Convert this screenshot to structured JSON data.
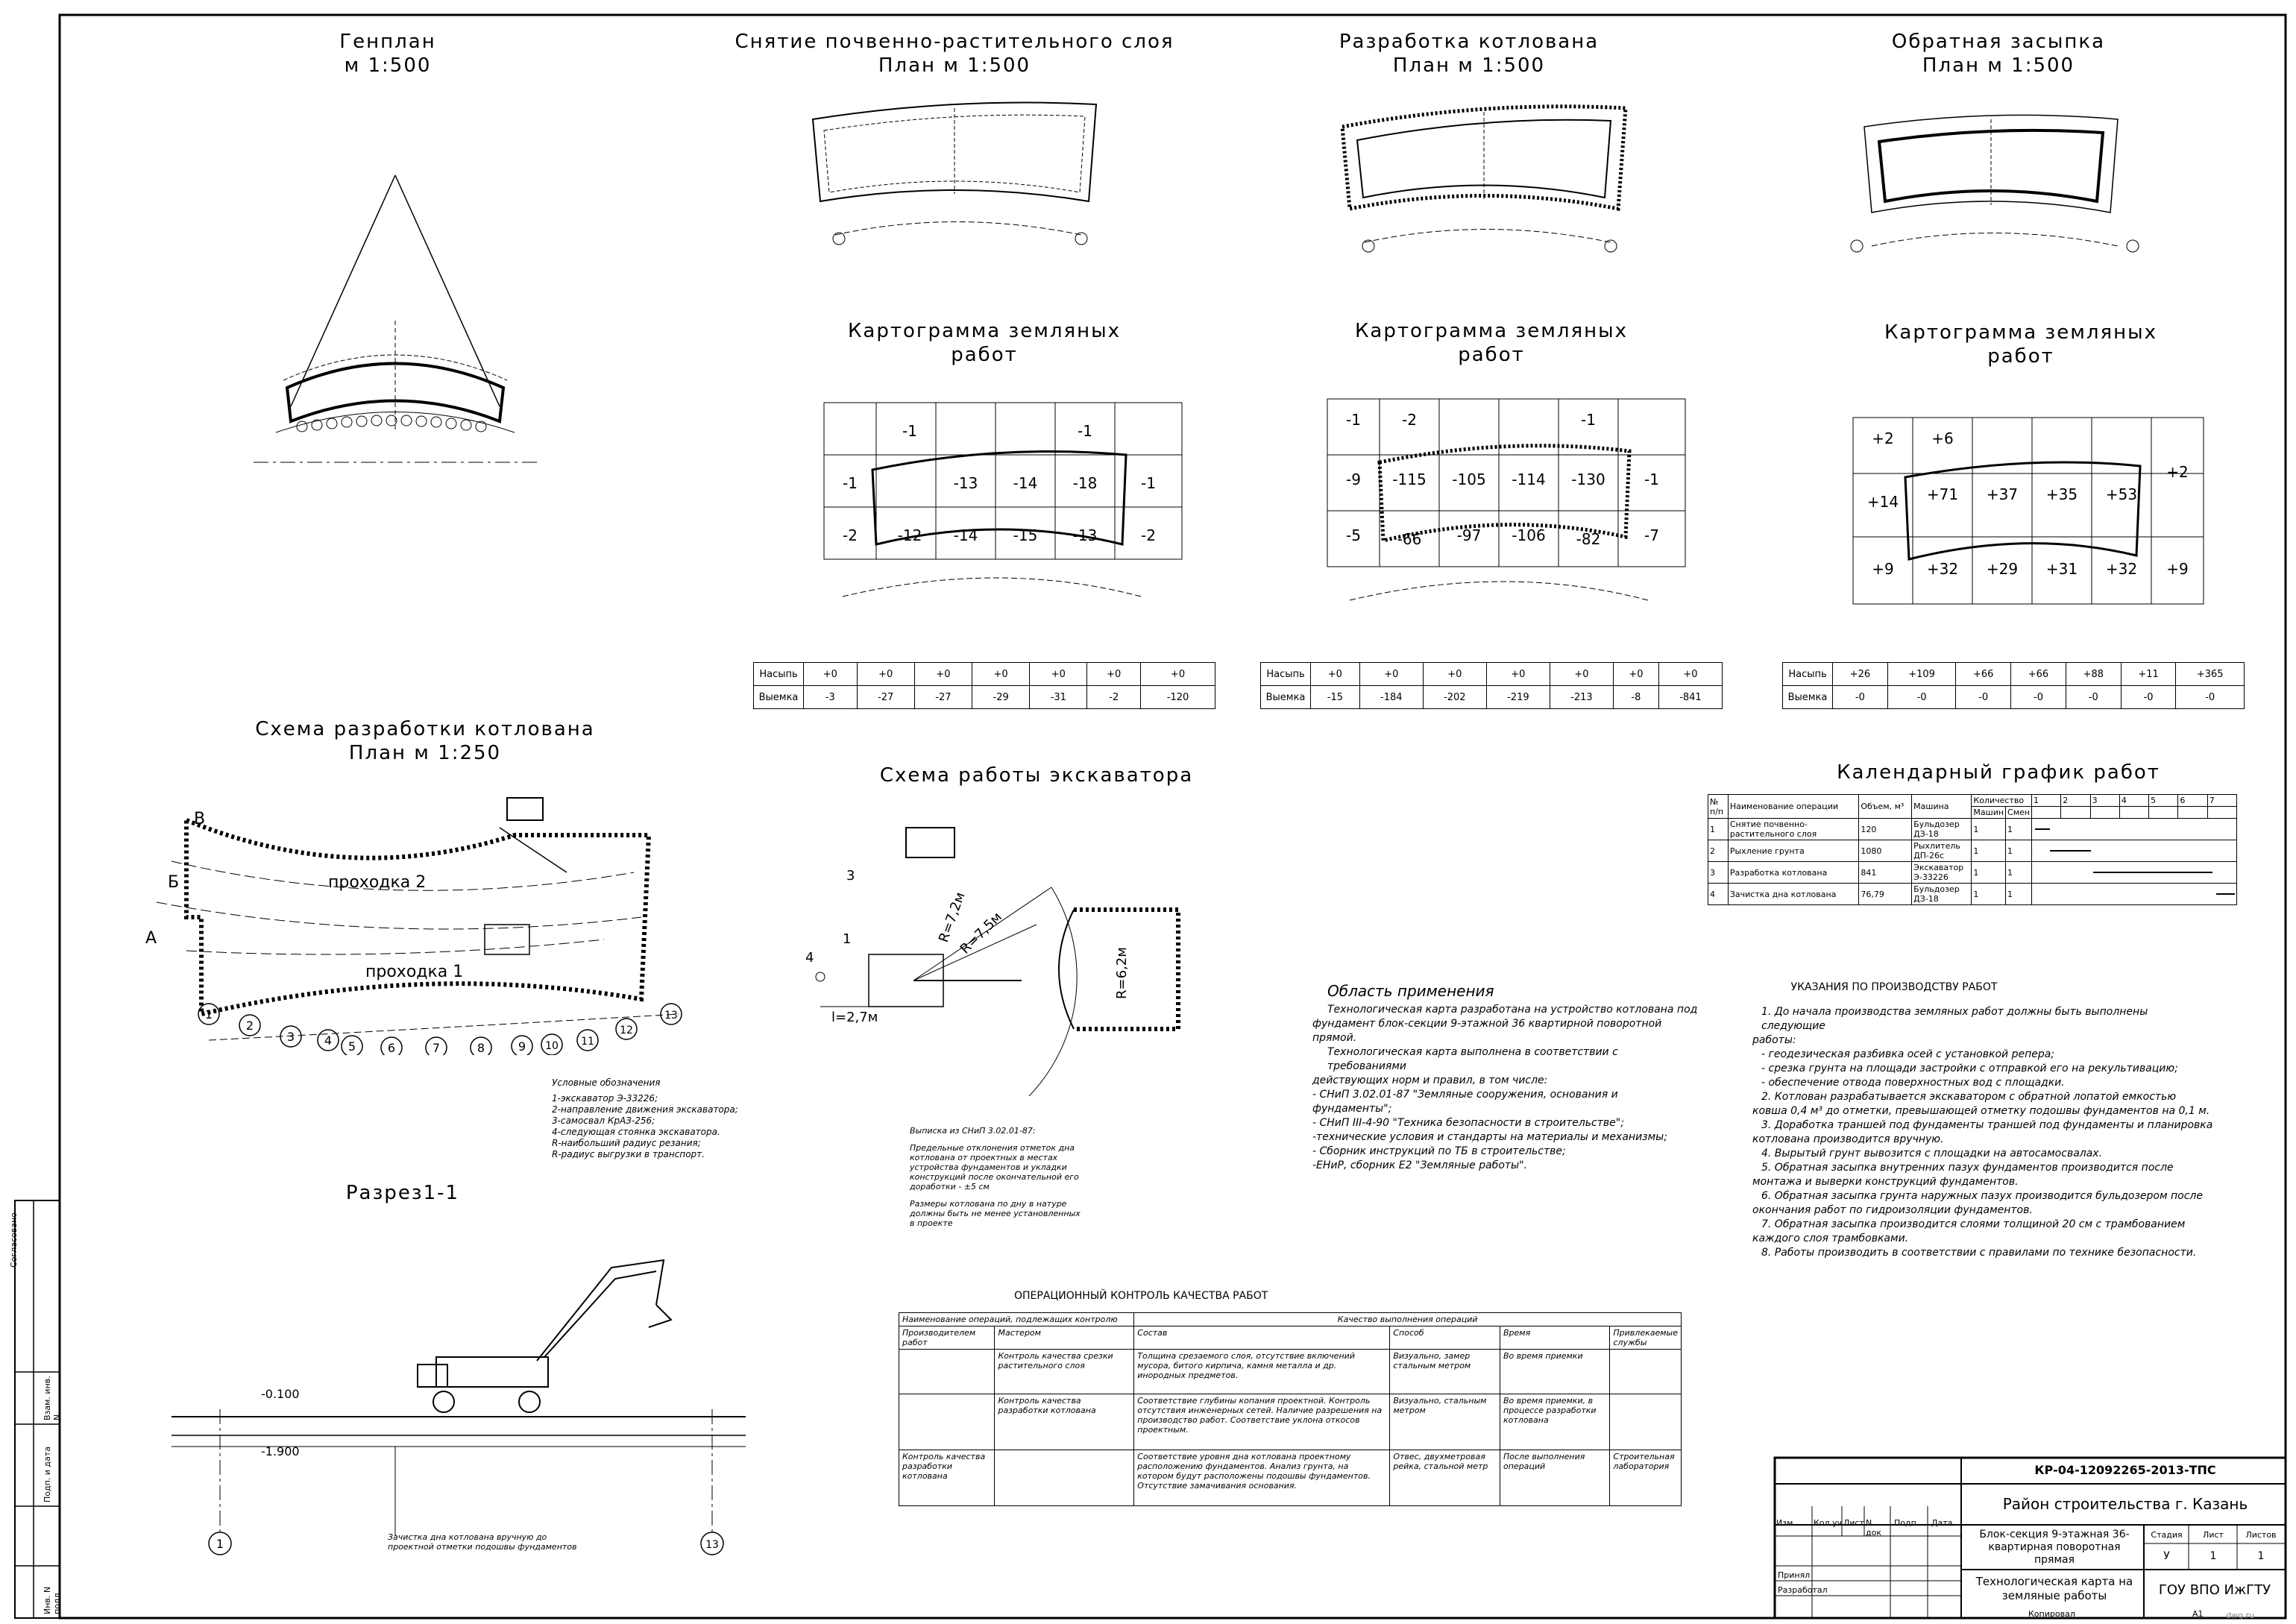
{
  "titles": {
    "genplan": "Генплан",
    "genplan_scale": "м 1:500",
    "topsoil": "Снятие почвенно-растительного слоя",
    "topsoil_scale": "План м 1:500",
    "pit": "Разработка котлована",
    "pit_scale": "План м 1:500",
    "backfill": "Обратная засыпка",
    "backfill_scale": "План м 1:500",
    "kart1": "Картограмма земляных работ",
    "kart2": "Картограмма земляных работ",
    "kart3": "Картограмма земляных работ",
    "scheme": "Схема разработки котлована",
    "scheme_scale": "План м 1:250",
    "excavator": "Схема работы экскаватора",
    "section": "Разрез1-1",
    "calendar": "Календарный график работ",
    "scope": "Область применения",
    "instructions": "УКАЗАНИЯ ПО ПРОИЗВОДСТВУ РАБОТ",
    "qc": "ОПЕРАЦИОННЫЙ КОНТРОЛЬ КАЧЕСТВА РАБОТ"
  },
  "volumes": {
    "t1": {
      "fill_label": "Насыпь",
      "cut_label": "Выемка",
      "fill": [
        "+0",
        "+0",
        "+0",
        "+0",
        "+0",
        "+0",
        "+0"
      ],
      "cut": [
        "-3",
        "-27",
        "-27",
        "-29",
        "-31",
        "-2",
        "-120"
      ]
    },
    "t2": {
      "fill_label": "Насыпь",
      "cut_label": "Выемка",
      "fill": [
        "+0",
        "+0",
        "+0",
        "+0",
        "+0",
        "+0",
        "+0"
      ],
      "cut": [
        "-15",
        "-184",
        "-202",
        "-219",
        "-213",
        "-8",
        "-841"
      ]
    },
    "t3": {
      "fill_label": "Насыпь",
      "cut_label": "Выемка",
      "fill": [
        "+26",
        "+109",
        "+66",
        "+66",
        "+88",
        "+11",
        "+365"
      ],
      "cut": [
        "-0",
        "-0",
        "-0",
        "-0",
        "-0",
        "-0",
        "-0"
      ]
    }
  },
  "kart1_cells": {
    "row1": [
      "-1",
      "-13",
      "-14",
      "-18",
      "-1"
    ],
    "row2": [
      "-2",
      "-12",
      "-14",
      "-15",
      "-13",
      "-2"
    ],
    "row0": [
      "-1",
      "-1"
    ]
  },
  "kart2_cells": {
    "row0": [
      "-1",
      "-2",
      "-1"
    ],
    "row1": [
      "-9",
      "-115",
      "-105",
      "-114",
      "-130",
      "-1"
    ],
    "row2": [
      "-5",
      "-66",
      "-97",
      "-106",
      "-82",
      "-7"
    ]
  },
  "kart3_cells": {
    "row0": [
      "+2",
      "+6"
    ],
    "row1": [
      "+14",
      "+71",
      "+37",
      "+35",
      "+53",
      "+2"
    ],
    "row2": [
      "+9",
      "+32",
      "+29",
      "+31",
      "+32",
      "+9"
    ]
  },
  "calendar": {
    "headers": [
      "№ п/п",
      "Наименование операции",
      "Объем, м³",
      "Машина",
      "Количество",
      "Машин",
      "Смен"
    ],
    "days": [
      "1",
      "2",
      "3",
      "4",
      "5",
      "6",
      "7"
    ],
    "rows": [
      {
        "n": "1",
        "op": "Снятие почвенно-растительного слоя",
        "vol": "120",
        "mach": "Бульдозер ДЗ-18",
        "m": "1",
        "s": "1"
      },
      {
        "n": "2",
        "op": "Рыхление грунта",
        "vol": "1080",
        "mach": "Рыхлитель ДП-26с",
        "m": "1",
        "s": "1"
      },
      {
        "n": "3",
        "op": "Разработка котлована",
        "vol": "841",
        "mach": "Экскаватор Э-33226",
        "m": "1",
        "s": "1"
      },
      {
        "n": "4",
        "op": "Зачистка дна котлована",
        "vol": "76,79",
        "mach": "Бульдозер ДЗ-18",
        "m": "1",
        "s": "1"
      }
    ]
  },
  "scope_text": [
    "Технологическая карта разработана на устройство котлована под",
    "фундамент блок-секции 9-этажной 36 квартирной поворотной прямой.",
    "Технологическая карта выполнена в соответствии с требованиями",
    "действующих норм и правил, в том числе:",
    "- СНиП 3.02.01-87 \"Земляные сооружения, основания и фундаменты\";",
    "- СНиП III-4-90 \"Техника безопасности в строительстве\";",
    "-технические условия и стандарты на материалы и механизмы;",
    "- Сборник инструкций по ТБ в строительстве;",
    "-ЕНиР, сборник Е2 \"Земляные работы\"."
  ],
  "instructions_text": [
    "1. До начала производства земляных работ должны быть выполнены следующие",
    "работы:",
    "- геодезическая разбивка осей с установкой репера;",
    "- срезка грунта на площади застройки с отправкой его на рекультивацию;",
    "- обеспечение отвода поверхностных вод с площадки.",
    "2. Котлован разрабатывается экскаватором с обратной лопатой емкостью",
    "ковша 0,4 м³ до отметки, превышающей отметку подошвы фундаментов на 0,1 м.",
    "3. Доработка траншей под фундаменты траншей под фундаменты и планировка",
    "котлована производится вручную.",
    "4. Вырытый грунт вывозится с площадки на автосамосвалах.",
    "5. Обратная засыпка внутренних пазух фундаментов производится после",
    "монтажа и выверки конструкций фундаментов.",
    "6. Обратная засыпка грунта наружных пазух производится бульдозером после",
    "окончания работ по гидроизоляции фундаментов.",
    "7. Обратная засыпка производится слоями толщиной 20 см с трамбованием",
    "каждого слоя трамбовками.",
    "8. Работы производить в соответствии с правилами по технике безопасности."
  ],
  "legend": {
    "title": "Условные обозначения",
    "items": [
      "1-экскаватор Э-33226;",
      "2-направление движения экскаватора;",
      "3-самосвал КрАЗ-256;",
      "4-следующая стоянка экскаватора.",
      "R-наибольший радиус резания;",
      "R-радиус выгрузки в транспорт."
    ]
  },
  "snip_note": {
    "title": "Выписка из СНиП 3.02.01-87:",
    "lines": [
      "Предельные отклонения отметок дна",
      "котлована от проектных в местах",
      "устройства фундаментов и укладки",
      "конструкций после окончательной его",
      "доработки - ±5 см",
      "",
      "Размеры котлована по дну в натуре",
      "должны быть не менее установленных",
      "в проекте"
    ]
  },
  "excavator_labels": {
    "r1": "R=7,2м",
    "r2": "R=7,5м",
    "r3": "R=6,2м",
    "l": "l=2,7м",
    "n1": "1",
    "n3": "3",
    "n4": "4"
  },
  "scheme_labels": {
    "pass1": "проходка 1",
    "pass2": "проходка 2",
    "a": "А",
    "b": "Б",
    "v": "В",
    "axes": [
      "1",
      "2",
      "3",
      "4",
      "5",
      "6",
      "7",
      "8",
      "9",
      "10",
      "11",
      "12",
      "13"
    ]
  },
  "section_labels": {
    "e1": "-0.100",
    "e2": "-1.900",
    "ax1": "1",
    "ax2": "13",
    "note": "Зачистка дна котлована вручную до проектной отметки подошвы фундаментов"
  },
  "qc": {
    "h1": "Наименование операций, подлежащих контролю",
    "h2": "Качество выполнения операций",
    "h_prod": "Производителем работ",
    "h_master": "Мастером",
    "h_comp": "Состав",
    "h_method": "Способ",
    "h_time": "Время",
    "h_serv": "Привлекаемые службы",
    "rows": [
      {
        "prod": "",
        "master": "Контроль качества срезки растительного слоя",
        "comp": "Толщина срезаемого слоя, отсутствие включений мусора, битого кирпича, камня металла и др. инородных предметов.",
        "method": "Визуально, замер стальным метром",
        "time": "Во время приемки",
        "serv": ""
      },
      {
        "prod": "",
        "master": "Контроль качества разработки котлована",
        "comp": "Соответствие глубины копания проектной. Контроль отсутствия инженерных сетей. Наличие разрешения на производство работ. Соответствие уклона откосов проектным.",
        "method": "Визуально, стальным метром",
        "time": "Во время приемки, в процессе разработки котлована",
        "serv": ""
      },
      {
        "prod": "Контроль качества разработки котлована",
        "master": "",
        "comp": "Соответствие уровня дна котлована проектному расположению фундаментов. Анализ грунта, на котором будут расположены подошвы фундаментов. Отсутствие замачивания основания.",
        "method": "Отвес, двухметровая рейка, стальной метр",
        "time": "После выполнения операций",
        "serv": "Строительная лаборатория"
      }
    ]
  },
  "stamp": {
    "code": "КР-04-12092265-2013-ТПС",
    "place": "Район строительства г. Казань",
    "obj": "Блок-секция 9-этажная 36-квартирная поворотная прямая",
    "sheet": "Технологическая карта на земляные работы",
    "org": "ГОУ ВПО ИжГТУ",
    "stage_h": "Стадия",
    "sheet_h": "Лист",
    "sheets_h": "Листов",
    "stage": "У",
    "sheet_n": "1",
    "sheets_n": "1",
    "cols": [
      "Изм.",
      "Кол.уч",
      "Лист",
      "N док",
      "Подп.",
      "Дата"
    ],
    "checked": "Принял",
    "dev": "Разработал",
    "copy": "Копировал",
    "format": "А1"
  },
  "side": {
    "l1": "Согласовано",
    "l2": "Взам. инв. N",
    "l3": "Подп. и дата",
    "l4": "Инв. N подл."
  },
  "watermark": "dwg.ru"
}
